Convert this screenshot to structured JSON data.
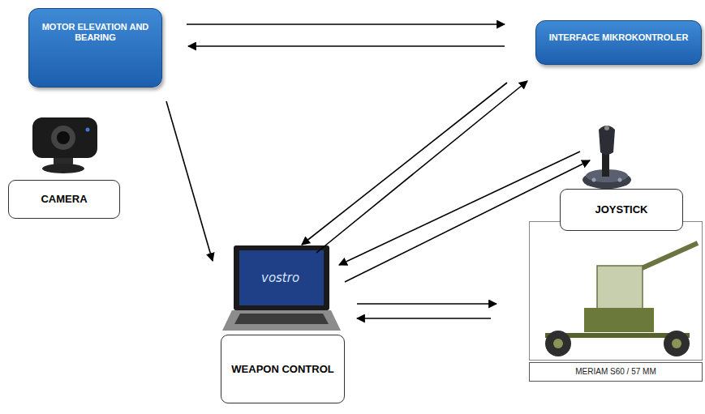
{
  "diagram": {
    "nodes": [
      {
        "text": [
          "MOTOR ELEVATION AND BEARING"
        ]
      },
      {
        "text": [
          "INTERFACE MIKROKONTROLER"
        ]
      },
      {
        "text": [
          "CAMERA"
        ]
      },
      {
        "text": [
          "JOYSTICK"
        ]
      },
      {
        "text": [
          "WEAPON CONTROL"
        ]
      },
      {
        "text": [
          "MERIAM S60 / 57 MM"
        ]
      }
    ],
    "edges": [
      {
        "from": 0,
        "to": 1,
        "arrow": "to"
      },
      {
        "from": 1,
        "to": 0,
        "arrow": "to"
      },
      {
        "from": 0,
        "to": 4,
        "arrow": "to"
      },
      {
        "from": 1,
        "to": 4,
        "arrow": "to"
      },
      {
        "from": 4,
        "to": 1,
        "arrow": "to"
      },
      {
        "from": 3,
        "to": 4,
        "arrow": "to"
      },
      {
        "from": 4,
        "to": 3,
        "arrow": "to"
      },
      {
        "from": 4,
        "to": 5,
        "arrow": "to"
      },
      {
        "from": 5,
        "to": 4,
        "arrow": "to"
      }
    ],
    "labels": [
      "vostro"
    ]
  }
}
